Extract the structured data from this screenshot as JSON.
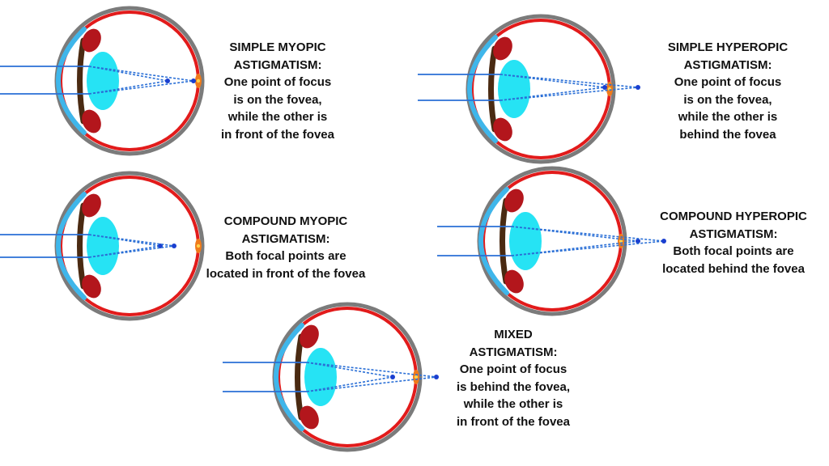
{
  "colors": {
    "sclera_outer": "#7b7b7b",
    "retina": "#e21b1b",
    "cornea": "#3fb6ea",
    "lens": "#26e3f4",
    "iris": "#4a2a12",
    "ciliary": "#b3161c",
    "fovea": "#f07a1a",
    "ray": "#2a6fd6",
    "focus_dot": "#1a3fd0"
  },
  "panels": [
    {
      "id": "simple-myopic",
      "title_lines": [
        "SIMPLE MYOPIC",
        "ASTIGMATISM:"
      ],
      "desc_lines": [
        "One point of focus",
        "is on the fovea,",
        "while the other is",
        "in front of the fovea"
      ]
    },
    {
      "id": "simple-hyperopic",
      "title_lines": [
        "SIMPLE HYPEROPIC",
        "ASTIGMATISM:"
      ],
      "desc_lines": [
        "One point of focus",
        "is on the fovea,",
        "while the other is",
        "behind the fovea"
      ]
    },
    {
      "id": "compound-myopic",
      "title_lines": [
        "COMPOUND MYOPIC",
        "ASTIGMATISM:"
      ],
      "desc_lines": [
        "Both focal points are",
        "located in front of the fovea"
      ]
    },
    {
      "id": "compound-hyperopic",
      "title_lines": [
        "COMPOUND HYPEROPIC",
        "ASTIGMATISM:"
      ],
      "desc_lines": [
        "Both focal points are",
        "located behind the fovea"
      ]
    },
    {
      "id": "mixed",
      "title_lines": [
        "MIXED",
        "ASTIGMATISM:"
      ],
      "desc_lines": [
        "One point of focus",
        "is behind the fovea,",
        "while the other is",
        "in front of the fovea"
      ]
    }
  ]
}
